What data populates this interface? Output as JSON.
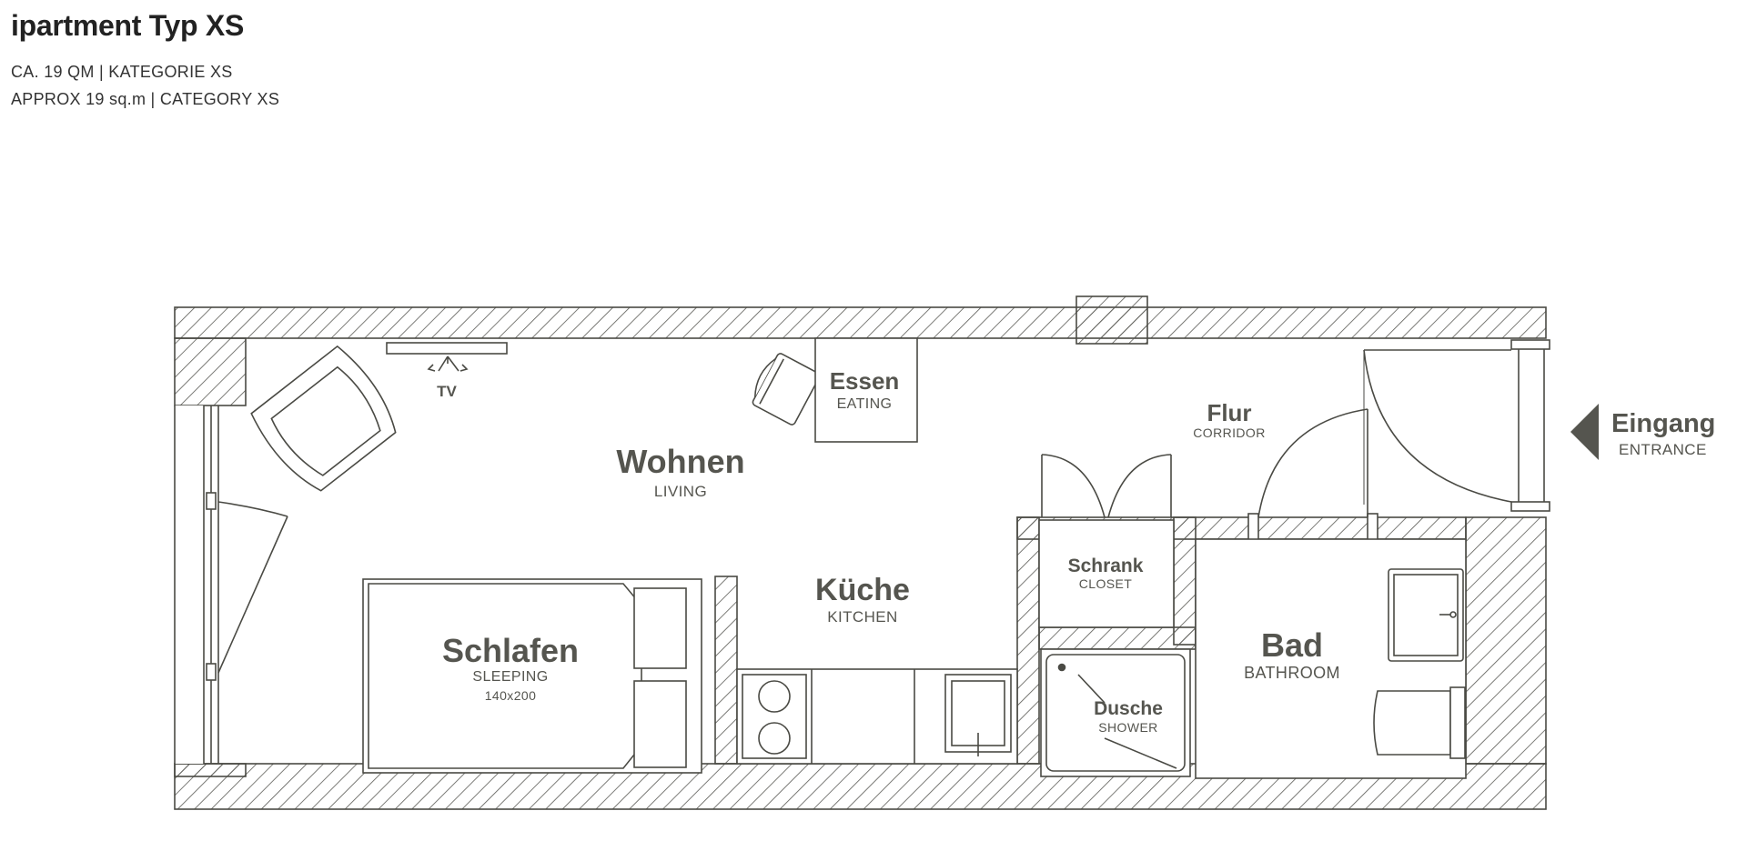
{
  "header": {
    "title": "ipartment Typ XS",
    "subtitle_de": "CA. 19 QM | KATEGORIE XS",
    "subtitle_en": "APPROX 19 sq.m | CATEGORY XS"
  },
  "rooms": {
    "tv": "TV",
    "essen": {
      "name": "Essen",
      "sub": "EATING"
    },
    "wohnen": {
      "name": "Wohnen",
      "sub": "LIVING"
    },
    "flur": {
      "name": "Flur",
      "sub": "CORRIDOR"
    },
    "eingang": {
      "name": "Eingang",
      "sub": "ENTRANCE"
    },
    "schrank": {
      "name": "Schrank",
      "sub": "CLOSET"
    },
    "kueche": {
      "name": "Küche",
      "sub": "KITCHEN"
    },
    "bad": {
      "name": "Bad",
      "sub": "BATHROOM"
    },
    "schlafen": {
      "name": "Schlafen",
      "sub": "SLEEPING",
      "size": "140x200"
    },
    "dusche": {
      "name": "Dusche",
      "sub": "SHOWER"
    }
  },
  "colors": {
    "line": "#4a4a44",
    "text": "#55554f",
    "arrow": "#55554f"
  }
}
